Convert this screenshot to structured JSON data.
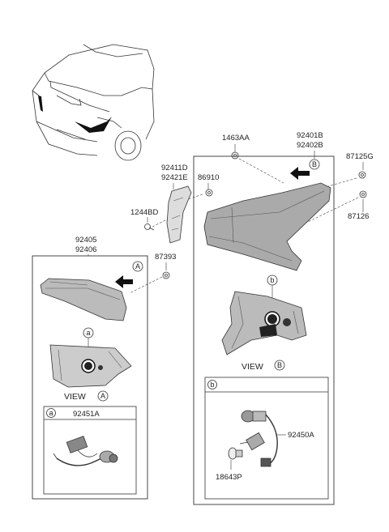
{
  "labels": {
    "p1463AA": "1463AA",
    "p92401B": "92401B",
    "p92402B": "92402B",
    "p87125G": "87125G",
    "p87126": "87126",
    "p92411D": "92411D",
    "p92421E": "92421E",
    "p86910": "86910",
    "p1244BD": "1244BD",
    "p92405": "92405",
    "p92406": "92406",
    "p87393": "87393",
    "p92451A": "92451A",
    "p92450A": "92450A",
    "p18643P": "18643P"
  },
  "views": {
    "view_a_word": "VIEW",
    "view_a_letter": "A",
    "view_b_word": "VIEW",
    "view_b_letter": "B"
  },
  "markers": {
    "A": "A",
    "B": "B",
    "a": "a",
    "b": "b"
  }
}
